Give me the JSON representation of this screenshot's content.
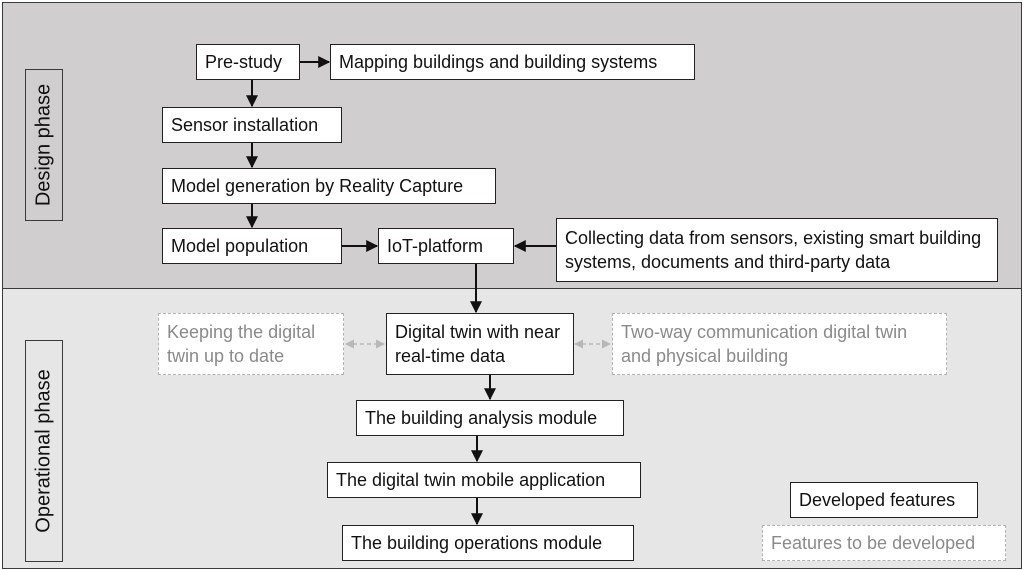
{
  "phases": {
    "design": "Design phase",
    "operational": "Operational phase"
  },
  "boxes": {
    "pre_study": "Pre-study",
    "mapping": "Mapping buildings and building systems",
    "sensor_installation": "Sensor installation",
    "model_generation": "Model generation by Reality Capture",
    "model_population": "Model population",
    "iot_platform": "IoT-platform",
    "collecting_data": "Collecting data from sensors, existing smart building systems, documents and third-party data",
    "digital_twin": "Digital twin with near real-time data",
    "keeping_up_to_date": "Keeping the digital twin up to date",
    "two_way_communication": "Two-way communication digital twin and physical building",
    "building_analysis": "The building analysis module",
    "mobile_application": "The digital twin mobile application",
    "building_operations": "The building operations module"
  },
  "legend": {
    "developed": "Developed features",
    "to_be_developed": "Features to be developed"
  },
  "colors": {
    "design_background": "#d0cece",
    "operational_background": "#e7e6e6",
    "dashed_border": "#b0b0b0",
    "dashed_text": "#8a8a8a"
  }
}
